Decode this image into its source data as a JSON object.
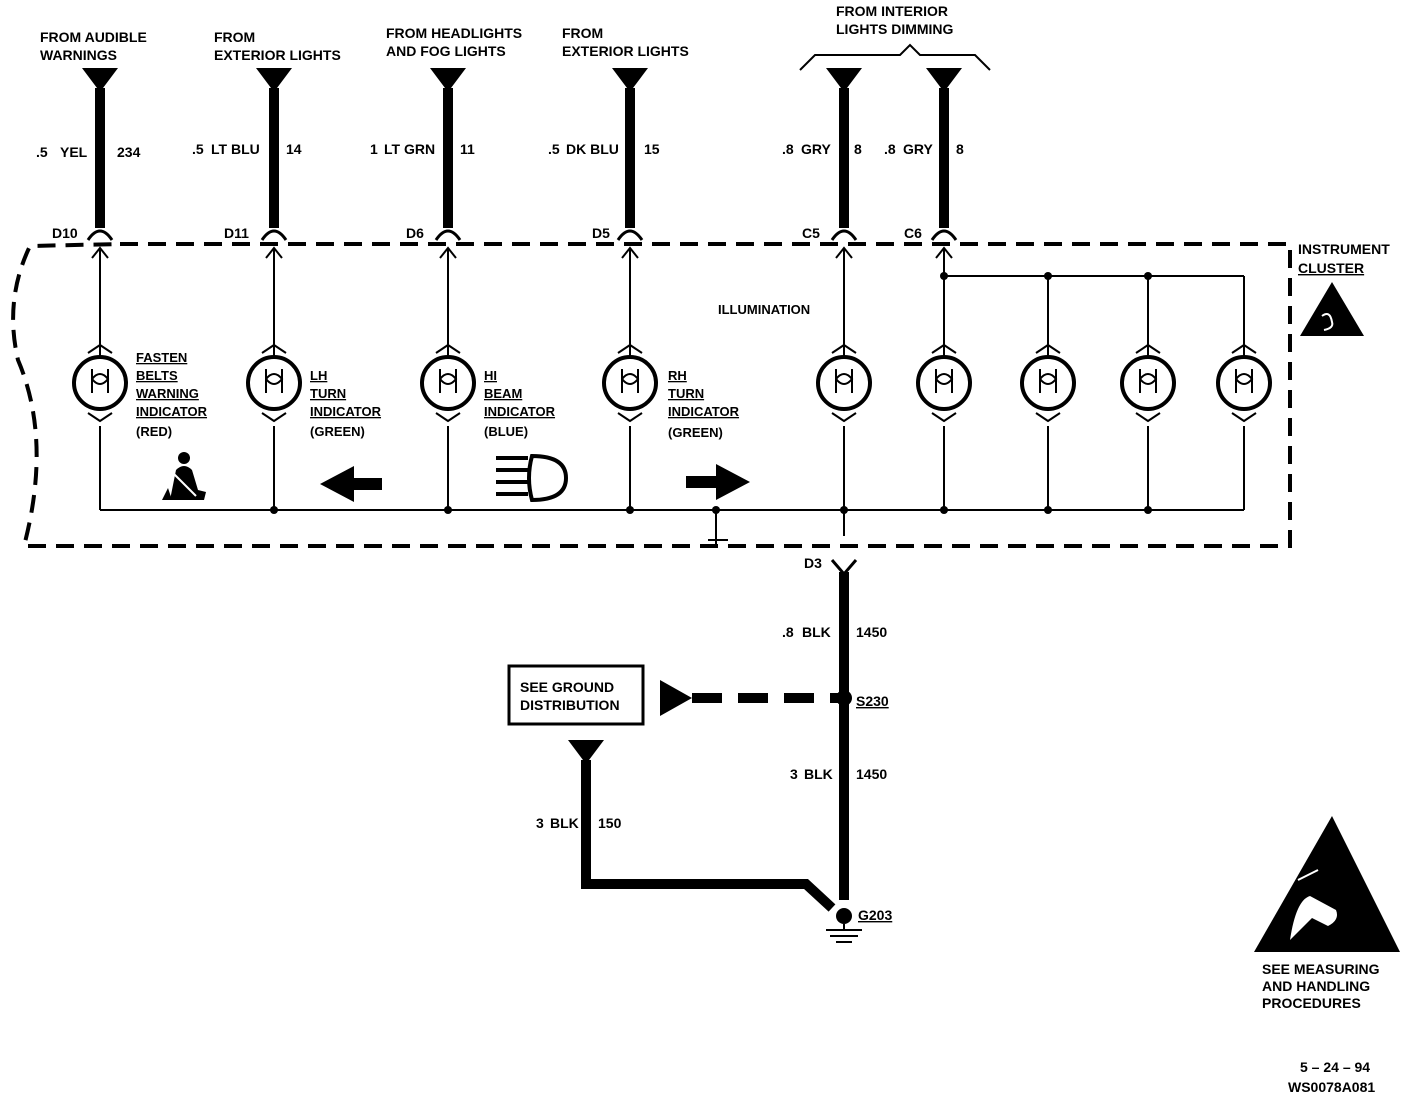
{
  "circuits": [
    {
      "source": [
        "FROM AUDIBLE",
        "WARNINGS"
      ],
      "gauge": ".5",
      "color": "YEL",
      "circuit": "234",
      "pin": "D10"
    },
    {
      "source": [
        "FROM",
        "EXTERIOR LIGHTS"
      ],
      "gauge": ".5",
      "color": "LT BLU",
      "circuit": "14",
      "pin": "D11"
    },
    {
      "source": [
        "FROM HEADLIGHTS",
        "AND FOG LIGHTS"
      ],
      "gauge": "1",
      "color": "LT GRN",
      "circuit": "11",
      "pin": "D6"
    },
    {
      "source": [
        "FROM",
        "EXTERIOR LIGHTS"
      ],
      "gauge": ".5",
      "color": "DK BLU",
      "circuit": "15",
      "pin": "D5"
    },
    {
      "gauge": ".8",
      "color": "GRY",
      "circuit": "8",
      "pin": "C5"
    },
    {
      "gauge": ".8",
      "color": "GRY",
      "circuit": "8",
      "pin": "C6"
    }
  ],
  "dimming_source": [
    "FROM INTERIOR",
    "LIGHTS DIMMING"
  ],
  "cluster_label": [
    "INSTRUMENT",
    "CLUSTER"
  ],
  "illumination_label": "ILLUMINATION",
  "indicators": [
    {
      "lines": [
        "FASTEN",
        "BELTS",
        "WARNING",
        "INDICATOR"
      ],
      "color": "(RED)"
    },
    {
      "lines": [
        "LH",
        "TURN",
        "INDICATOR"
      ],
      "color": "(GREEN)"
    },
    {
      "lines": [
        "HI",
        "BEAM",
        "INDICATOR"
      ],
      "color": "(BLUE)"
    },
    {
      "lines": [
        "RH",
        "TURN",
        "INDICATOR"
      ],
      "color": "(GREEN)"
    }
  ],
  "ground_pin": "D3",
  "ground_wire_upper": {
    "gauge": ".8",
    "color": "BLK",
    "circuit": "1450"
  },
  "splice": "S230",
  "ground_wire_lower": {
    "gauge": "3",
    "color": "BLK",
    "circuit": "1450"
  },
  "ground_ref_box": [
    "SEE GROUND",
    "DISTRIBUTION"
  ],
  "ground_wire_side": {
    "gauge": "3",
    "color": "BLK",
    "circuit": "150"
  },
  "ground_point": "G203",
  "esd_note": [
    "SEE MEASURING",
    "AND HANDLING",
    "PROCEDURES"
  ],
  "date_code": "5 – 24 – 94",
  "figure_id": "WS0078A081"
}
